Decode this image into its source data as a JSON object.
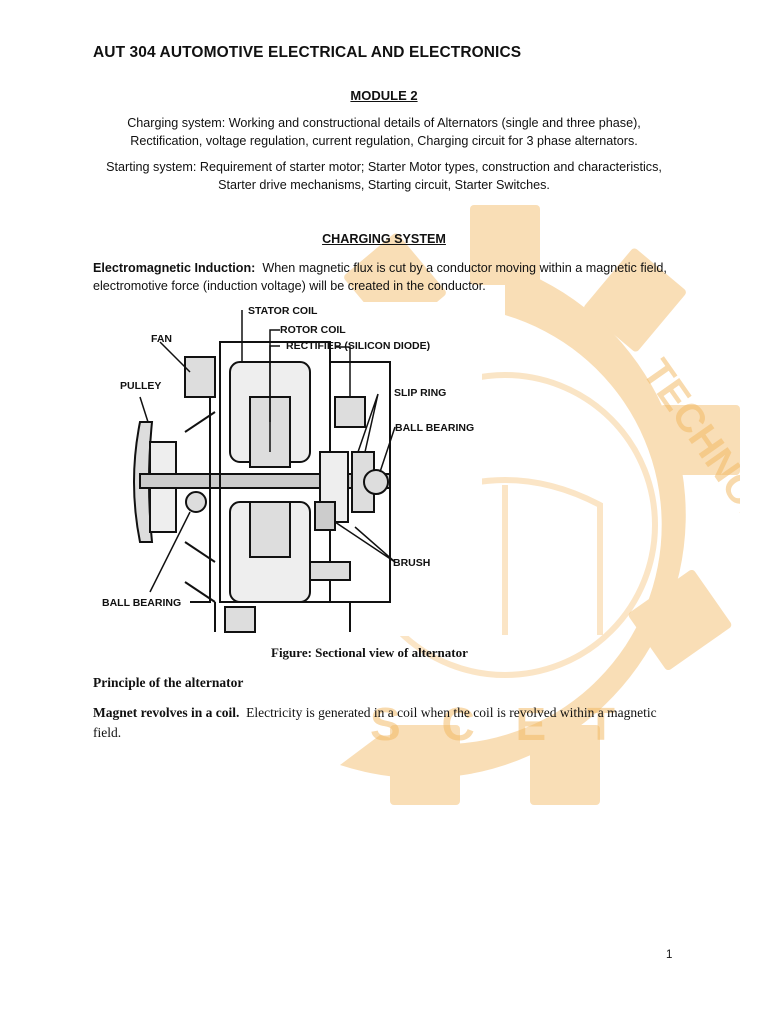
{
  "document": {
    "title": "AUT 304 AUTOMOTIVE ELECTRICAL AND ELECTRONICS",
    "module": "MODULE 2",
    "syllabus": [
      "Charging system: Working and constructional details of Alternators (single and three phase), Rectification, voltage regulation, current regulation, Charging circuit for 3 phase alternators.",
      "Starting system: Requirement of starter motor; Starter Motor types, construction and characteristics, Starter drive mechanisms, Starting circuit, Starter Switches."
    ],
    "section_heading": "CHARGING SYSTEM",
    "induction": {
      "term": "Electromagnetic Induction:",
      "text": "When magnetic flux is cut by a conductor moving within a magnetic field, electromotive force (induction voltage) will be created in the conductor."
    },
    "figure": {
      "labels": {
        "stator_coil": "STATOR COIL",
        "rotor_coil": "ROTOR COIL",
        "rectifier": "RECTIFIER (SILICON DIODE)",
        "fan": "FAN",
        "pulley": "PULLEY",
        "slip_ring": "SLIP RING",
        "ball_bearing_right": "BALL BEARING",
        "brush": "BRUSH",
        "ball_bearing_left": "BALL BEARING"
      },
      "caption": "Figure: Sectional view of alternator"
    },
    "principle": {
      "heading": "Principle of the alternator",
      "lead": "Magnet revolves in a coil.",
      "text": "Electricity is generated in a coil when the coil is revolved within a magnetic field."
    },
    "page_number": "1"
  },
  "watermark": {
    "text_top": "TECHNOLOGY, COCHIN",
    "text_bottom": "S C E T",
    "color": "#f2b55c"
  }
}
